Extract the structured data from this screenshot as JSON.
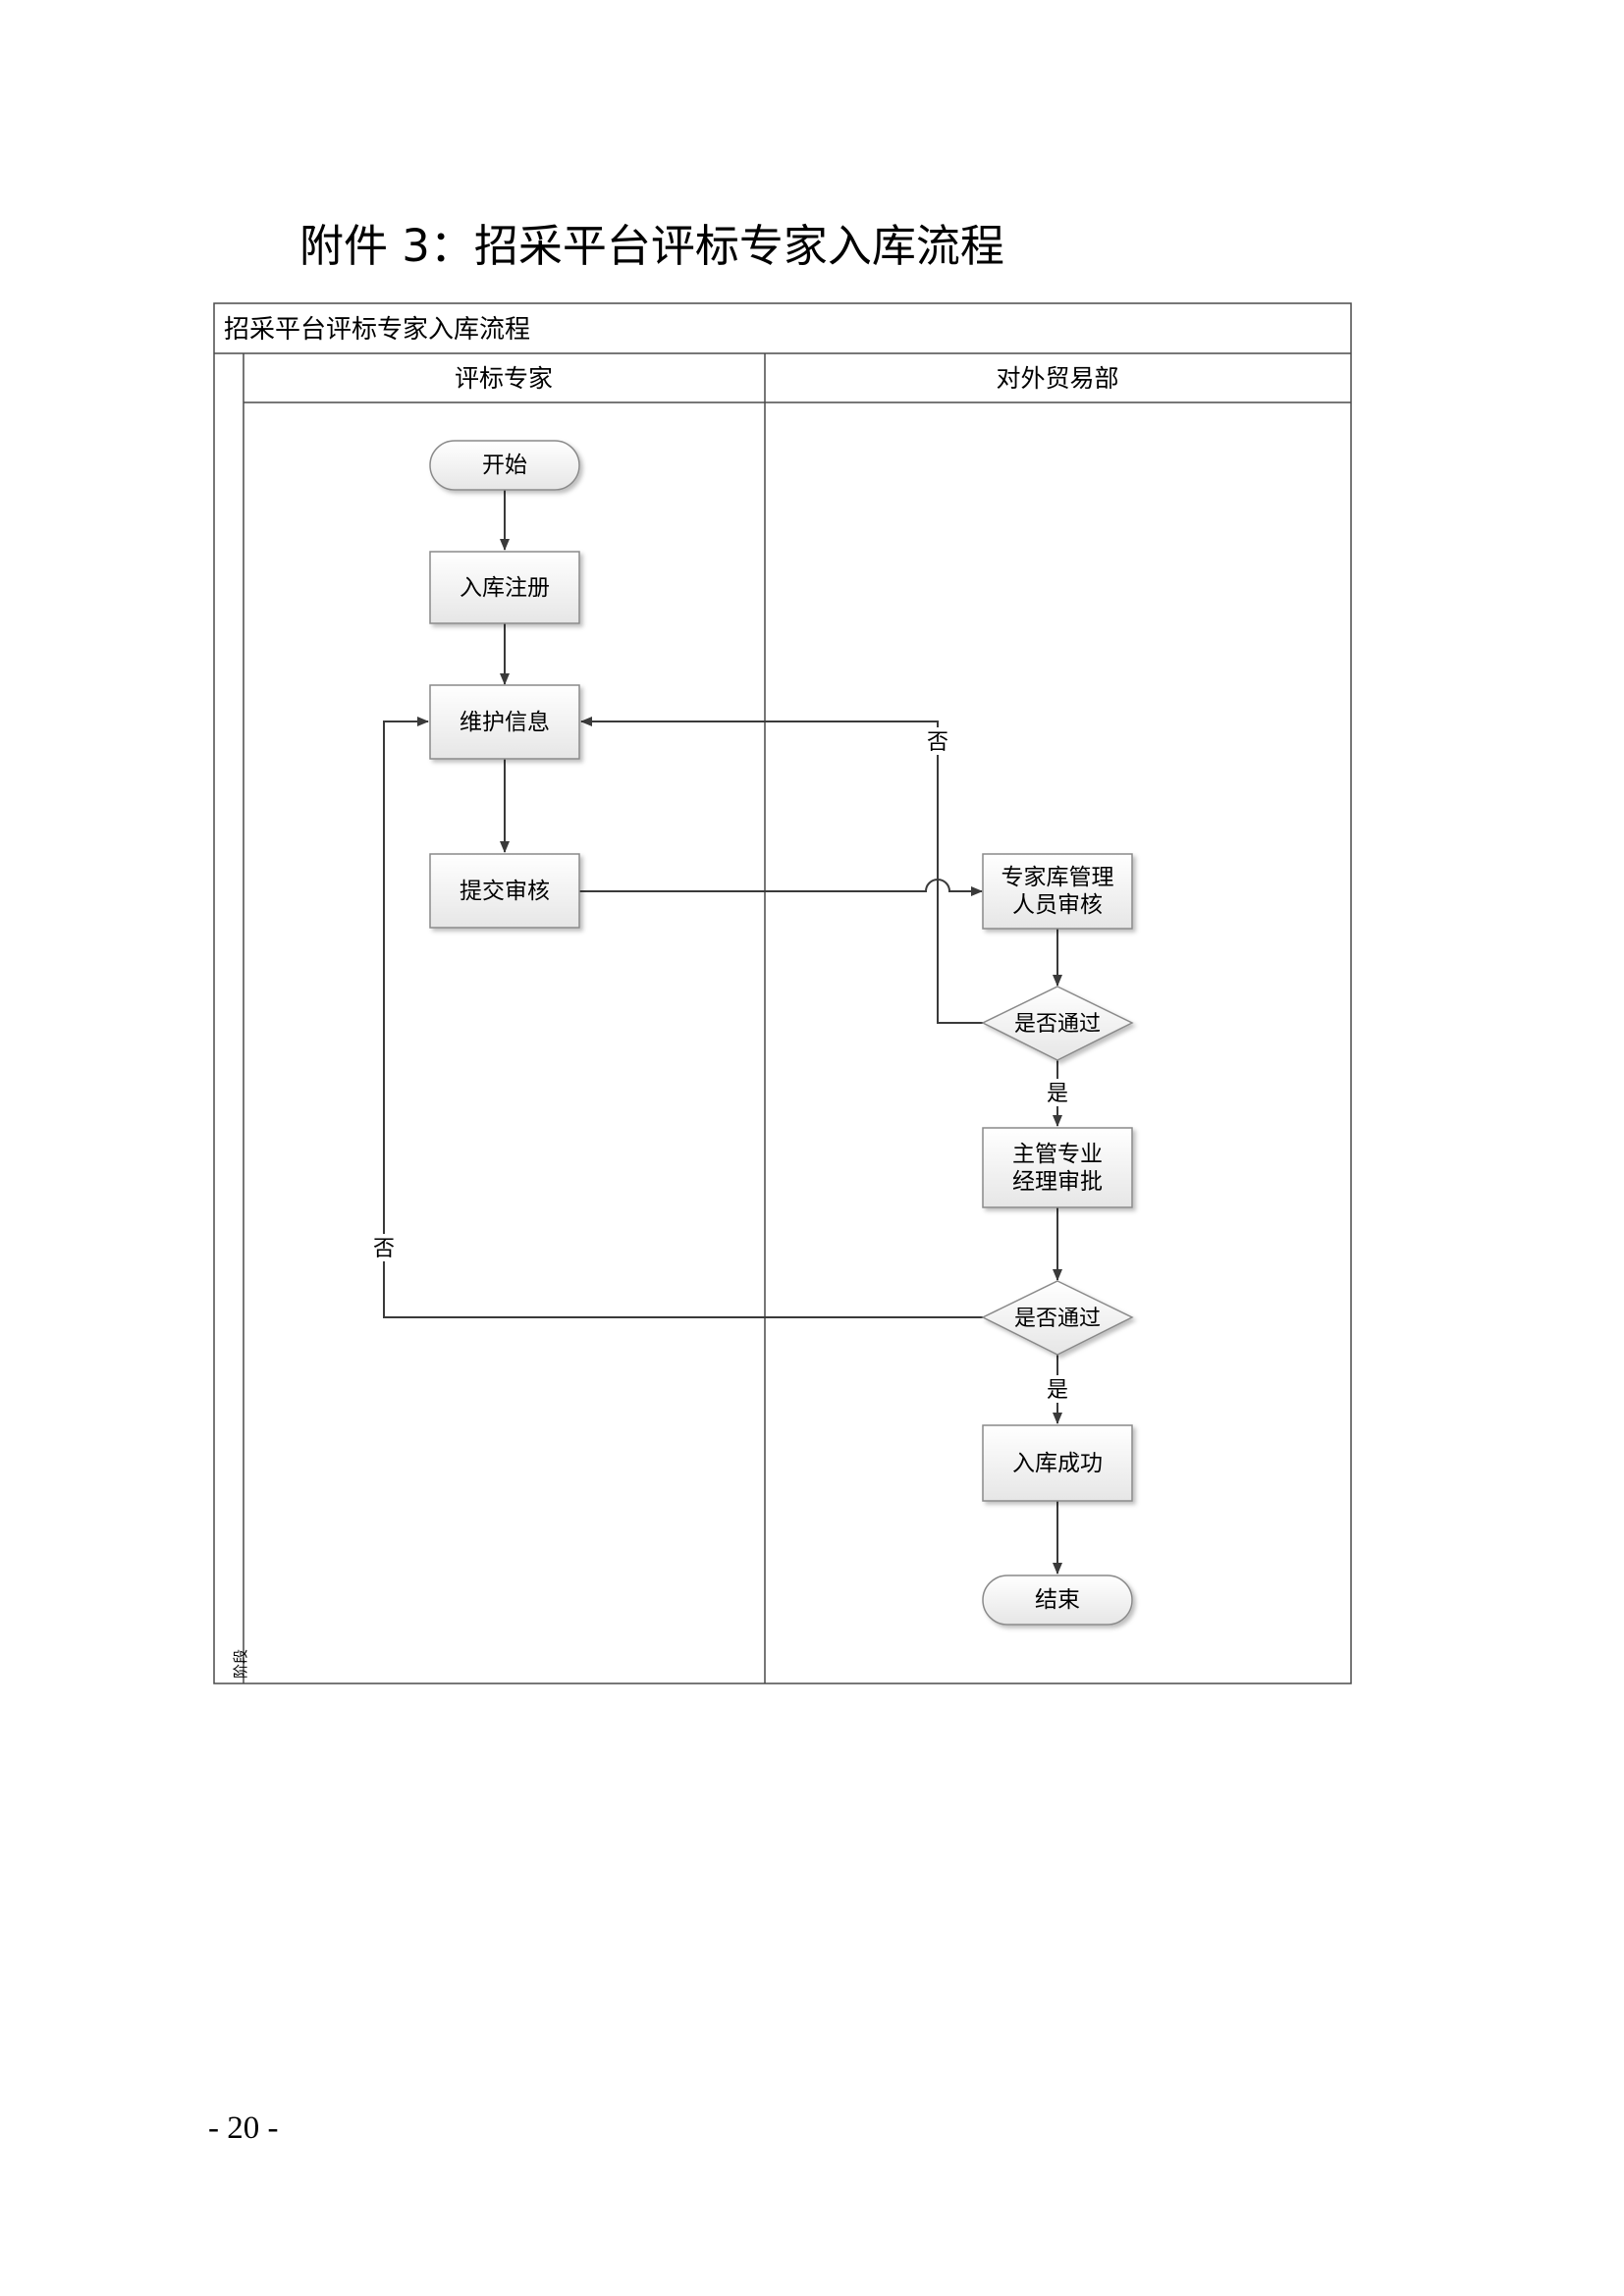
{
  "heading": "附件 3：招采平台评标专家入库流程",
  "diagram": {
    "title": "招采平台评标专家入库流程",
    "phase_label": "阶段",
    "lanes": [
      "评标专家",
      "对外贸易部"
    ],
    "nodes": {
      "start": "开始",
      "register": "入库注册",
      "maintain": "维护信息",
      "submit": "提交审核",
      "review_line1": "专家库管理",
      "review_line2": "人员审核",
      "decision1": "是否通过",
      "approve_line1": "主管专业",
      "approve_line2": "经理审批",
      "decision2": "是否通过",
      "success": "入库成功",
      "end": "结束"
    },
    "edge_labels": {
      "no1": "否",
      "yes1": "是",
      "no2": "否",
      "yes2": "是"
    }
  },
  "page_number": "- 20 -"
}
